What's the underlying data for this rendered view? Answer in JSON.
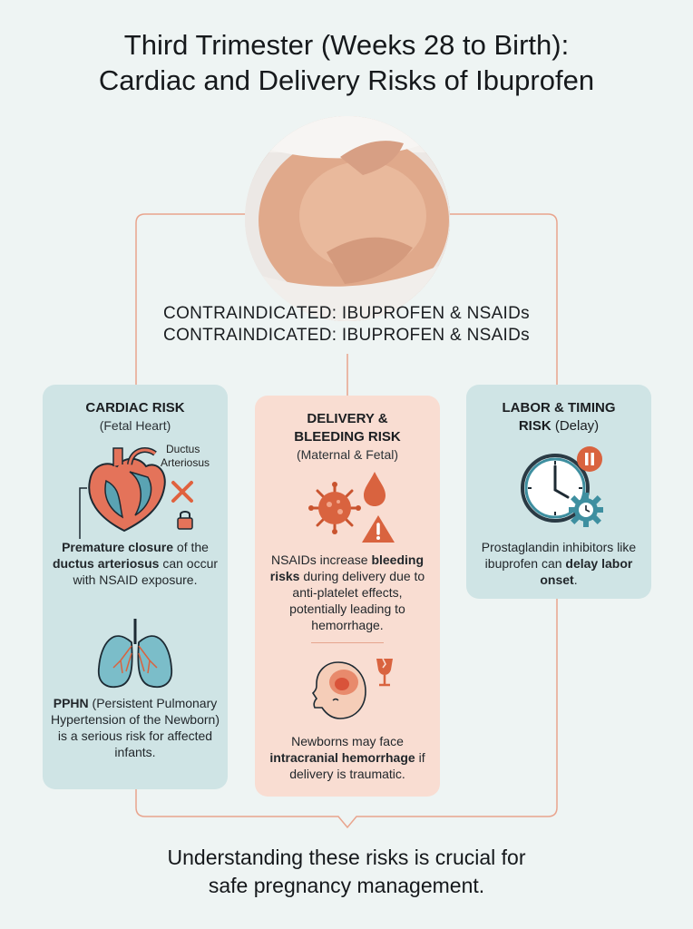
{
  "title": {
    "line1": "Third Trimester (Weeks 28 to Birth):",
    "line2": "Cardiac and Delivery Risks of Ibuprofen"
  },
  "contraindicated": {
    "line1": "CONTRAINDICATED: IBUPROFEN & NSAIDs",
    "line2": "CONTRAINDICATED: IBUPROFEN & NSAIDs"
  },
  "cardiac": {
    "heading": "CARDIAC RISK",
    "subheading": "(Fetal Heart)",
    "ductus_label_1": "Ductus",
    "ductus_label_2": "Arteriosus",
    "text1_bold1": "Premature closure",
    "text1_plain1": " of the ",
    "text1_bold2": "ductus arteriosus",
    "text1_plain2": " can occur with NSAID exposure.",
    "text2_bold": "PPHN",
    "text2_plain": " (Persistent Pulmonary Hypertension of the Newborn) is a serious risk for affected infants."
  },
  "delivery": {
    "heading_line1": "DELIVERY &",
    "heading_line2": "BLEEDING RISK",
    "subheading": "(Maternal & Fetal)",
    "text1_plain1": "NSAIDs increase ",
    "text1_bold": "bleeding risks",
    "text1_plain2": " during delivery due to anti-platelet effects, potentially leading to hemorrhage.",
    "text2_plain1": "Newborns may face ",
    "text2_bold": "intracranial hemorrhage",
    "text2_plain2": " if delivery is traumatic."
  },
  "labor": {
    "heading_line1": "LABOR & TIMING",
    "heading_line2": "RISK",
    "heading_paren": " (Delay)",
    "text_plain1": "Prostaglandin inhibitors like ibuprofen can ",
    "text_bold": "delay labor onset",
    "text_plain2": "."
  },
  "footer": {
    "line1": "Understanding these risks is crucial for",
    "line2": "safe pregnancy management."
  },
  "colors": {
    "background": "#eef4f3",
    "teal_card": "#cfe4e5",
    "peach_card": "#f9ddd2",
    "connector": "#e9a48d",
    "teal_icon": "#3e8fa0",
    "orange_icon": "#d9633f"
  },
  "icons": [
    "heart-icon",
    "close-x-icon",
    "lock-icon",
    "lungs-icon",
    "virus-icon",
    "blood-drop-icon",
    "warning-icon",
    "baby-head-icon",
    "broken-glass-icon",
    "clock-icon",
    "pause-icon",
    "gear-icon"
  ]
}
